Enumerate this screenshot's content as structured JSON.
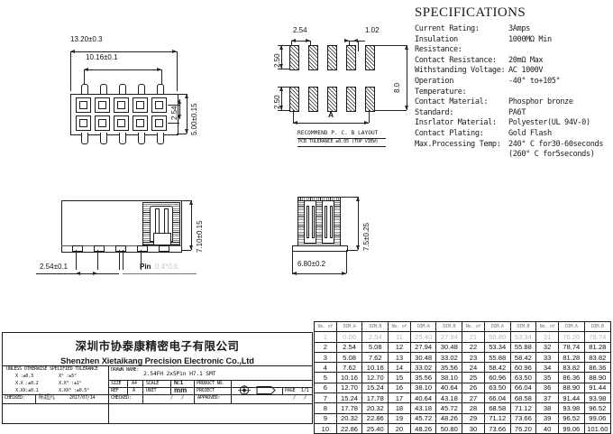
{
  "specifications": {
    "title": "SPECIFICATIONS",
    "rows": [
      {
        "key": "Current Rating:",
        "value": "3Amps"
      },
      {
        "key": "Insulation Resistance:",
        "value": "1000MΩ Min"
      },
      {
        "key": "Contact Resistance:",
        "value": "20mΩ  Max"
      },
      {
        "key": "Withstanding Voltage:",
        "value": "AC 1000V"
      },
      {
        "key": "Operation Temperature:",
        "value": "-40° to+105°"
      },
      {
        "key": "Contact Material:",
        "value": "Phosphor bronze"
      },
      {
        "key": "Standard:",
        "value": "PA6T"
      },
      {
        "key": "Insrlator Material:",
        "value": "Polyester(UL 94V-0)"
      },
      {
        "key": "Contact Plating:",
        "value": "Gold Flash"
      },
      {
        "key": "Max.Processing Temp:",
        "value": "240° C for30-60seconds"
      }
    ],
    "continuation": "(260° C for5seconds)"
  },
  "front_view": {
    "dim_overall_width": "13.20±0.3",
    "dim_pin_span": "10.16±0.1",
    "dim_pitch": "2.54",
    "dim_height": "5.00±0.15"
  },
  "pcb_layout": {
    "dim_pitch": "2.54",
    "dim_pad_width": "1.02",
    "dim_row_top": "2.50",
    "dim_row_bottom": "2.50",
    "dim_total_height": "8.0",
    "dim_a": "A",
    "caption": "RECOMMEND  P. C. B  LAYOUT",
    "subcaption": "PCB TOLERANCE ±0.05 (TOP VIEW)"
  },
  "side_view": {
    "dim_height": "7.10±0.15",
    "dim_pitch": "2.54±0.1",
    "pin_label": "Pin",
    "pin_size": "0.4*0.6"
  },
  "section_view": {
    "dim_height": "7.5±0.25",
    "dim_width": "6.80±0.2"
  },
  "title_block": {
    "company_cn": "深圳市协泰康精密电子有限公司",
    "company_en": "Shenzhen Xietaikang Precision Electronic Co.,Ltd",
    "tolerance_header": "UNLESS OTHERWISE SPECIFIED TOLERANCE",
    "tolerance_rows": [
      {
        "c1": "X    :±0.3",
        "c2": "X°      :±5°"
      },
      {
        "c1": "X.X :±0.2",
        "c2": "X.X°   :±1°"
      },
      {
        "c1": "X.XX:±0.1",
        "c2": "X.XX° :±0.5°"
      }
    ],
    "checked_label": "CHECKED:",
    "checked_name": "陈超凡",
    "checked_date": "2017/07/14",
    "drawn_name_label": "DRAWN NAME:",
    "drawn_name_value": "2.54FH 2x5Pin H7.1 SMT",
    "size_label": "SIZE",
    "size_value": "A4",
    "scale_label": "SCALE",
    "scale_value": "N:1",
    "product_no_label": "PRODUCT NO.",
    "product_no_value": "",
    "ref_label": "REF",
    "ref_value": "A",
    "unit_label": "UNIT",
    "unit_value": "mm",
    "project_label": "PROJECT",
    "page_label": "PAGE",
    "page_value": "1/1",
    "checked2_label": "CHECKED:",
    "approved_label": "APPROVED:",
    "slash1": "/",
    "slash2": "/",
    "slash3": "/",
    "slash4": "/"
  },
  "dim_table": {
    "headers": [
      "No. of",
      "DIM.A",
      "DIM.B"
    ],
    "groups": [
      [
        [
          "1",
          "0.00",
          "2.54"
        ],
        [
          "2",
          "2.54",
          "5.08"
        ],
        [
          "3",
          "5.08",
          "7.62"
        ],
        [
          "4",
          "7.62",
          "10.16"
        ],
        [
          "5",
          "10.16",
          "12.70"
        ],
        [
          "6",
          "12.70",
          "15.24"
        ],
        [
          "7",
          "15.24",
          "17.78"
        ],
        [
          "8",
          "17.78",
          "20.32"
        ],
        [
          "9",
          "20.32",
          "22.86"
        ],
        [
          "10",
          "22.86",
          "25.40"
        ]
      ],
      [
        [
          "11",
          "25.40",
          "27.94"
        ],
        [
          "12",
          "27.94",
          "30.48"
        ],
        [
          "13",
          "30.48",
          "33.02"
        ],
        [
          "14",
          "33.02",
          "35.56"
        ],
        [
          "15",
          "35.56",
          "38.10"
        ],
        [
          "16",
          "38.10",
          "40.64"
        ],
        [
          "17",
          "40.64",
          "43.18"
        ],
        [
          "18",
          "43.18",
          "45.72"
        ],
        [
          "19",
          "45.72",
          "48.26"
        ],
        [
          "20",
          "48.26",
          "50.80"
        ]
      ],
      [
        [
          "21",
          "50.80",
          "53.34"
        ],
        [
          "22",
          "53.34",
          "55.88"
        ],
        [
          "23",
          "55.88",
          "58.42"
        ],
        [
          "24",
          "58.42",
          "60.96"
        ],
        [
          "25",
          "60.96",
          "63.50"
        ],
        [
          "26",
          "63.50",
          "66.04"
        ],
        [
          "27",
          "66.04",
          "68.58"
        ],
        [
          "28",
          "68.58",
          "71.12"
        ],
        [
          "29",
          "71.12",
          "73.66"
        ],
        [
          "30",
          "73.66",
          "76.20"
        ]
      ],
      [
        [
          "31",
          "76.20",
          "78.74"
        ],
        [
          "32",
          "78.74",
          "81.28"
        ],
        [
          "33",
          "81.28",
          "83.82"
        ],
        [
          "34",
          "83.82",
          "86.36"
        ],
        [
          "35",
          "86.36",
          "88.90"
        ],
        [
          "36",
          "88.90",
          "91.44"
        ],
        [
          "37",
          "91.44",
          "93.98"
        ],
        [
          "38",
          "93.98",
          "96.52"
        ],
        [
          "39",
          "96.52",
          "99.06"
        ],
        [
          "40",
          "99.06",
          "101.60"
        ]
      ]
    ]
  }
}
